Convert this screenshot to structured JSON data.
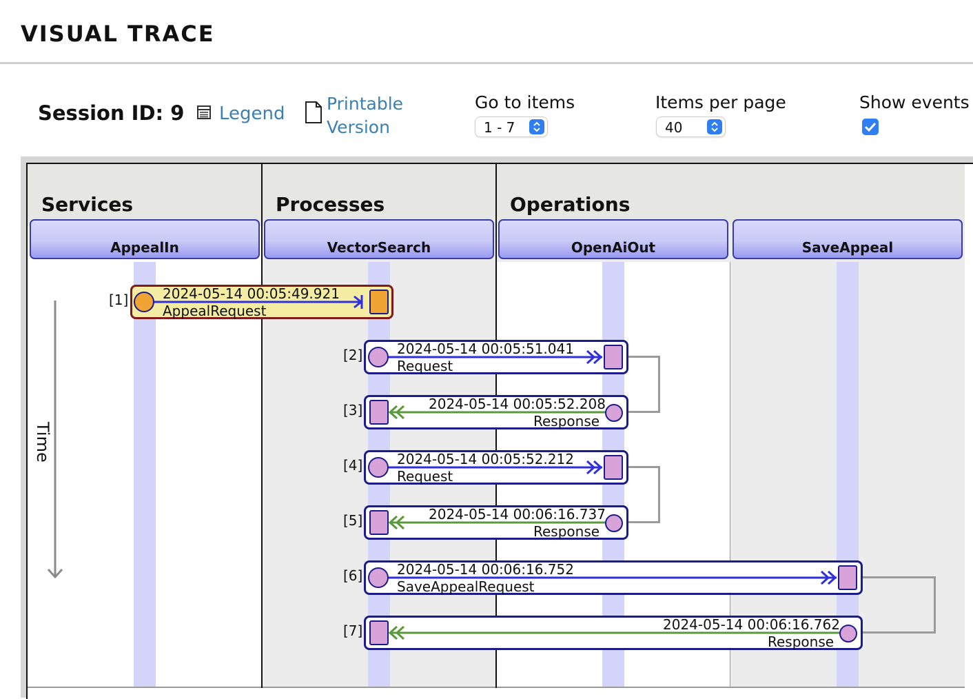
{
  "page": {
    "title": "VISUAL TRACE"
  },
  "toolbar": {
    "session_label": "Session ID: 9",
    "legend_label": "Legend",
    "printable_line1": "Printable",
    "printable_line2": "Version",
    "goto_label": "Go to items",
    "goto_value": "1 - 7",
    "per_page_label": "Items per page",
    "per_page_value": "40",
    "show_events_label": "Show events",
    "show_events_checked": true
  },
  "diagram": {
    "groups": [
      "Services",
      "Processes",
      "Operations"
    ],
    "lanes": [
      "AppealIn",
      "VectorSearch",
      "OpenAiOut",
      "SaveAppeal"
    ],
    "time_label": "Time",
    "messages": [
      {
        "num": "[1]",
        "timestamp": "2024-05-14 00:05:49.921",
        "name": "AppealRequest",
        "kind": "request"
      },
      {
        "num": "[2]",
        "timestamp": "2024-05-14 00:05:51.041",
        "name": "Request",
        "kind": "request"
      },
      {
        "num": "[3]",
        "timestamp": "2024-05-14 00:05:52.208",
        "name": "Response",
        "kind": "response"
      },
      {
        "num": "[4]",
        "timestamp": "2024-05-14 00:05:52.212",
        "name": "Request",
        "kind": "request"
      },
      {
        "num": "[5]",
        "timestamp": "2024-05-14 00:06:16.737",
        "name": "Response",
        "kind": "response"
      },
      {
        "num": "[6]",
        "timestamp": "2024-05-14 00:06:16.752",
        "name": "SaveAppealRequest",
        "kind": "request"
      },
      {
        "num": "[7]",
        "timestamp": "2024-05-14 00:06:16.762",
        "name": "Response",
        "kind": "response"
      }
    ]
  },
  "colors": {
    "link": "#3c7fb1",
    "lane_header": "#c9c9f7",
    "lifeline": "#d4d4fb",
    "request_arrow": "#2f2fe0",
    "response_arrow": "#5a9a3c",
    "first_box_fill": "#f3eca2",
    "first_box_border": "#7e1a1a",
    "first_endpoint": "#f0a434",
    "endpoint": "#d8a3d8",
    "checkbox": "#2f7ef3"
  },
  "icons": [
    "legend-table-icon",
    "document-icon",
    "stepper-icon",
    "checkmark-icon",
    "time-arrow-icon",
    "double-chevron-arrowhead-icon"
  ]
}
